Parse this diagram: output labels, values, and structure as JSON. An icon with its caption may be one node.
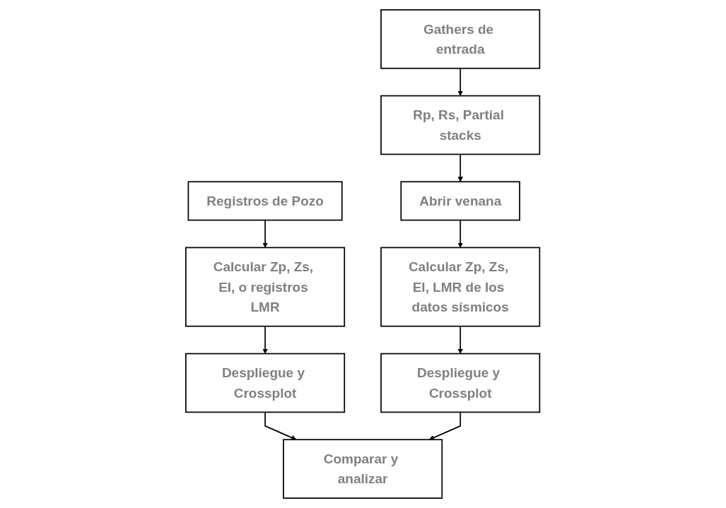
{
  "diagram": {
    "nodes": [
      {
        "text": [
          "Registros de Pozo"
        ]
      },
      {
        "text": [
          "Calcular Zp, Zs, EI, o registros LMR"
        ]
      },
      {
        "text": [
          "Despliegue y Crossplot"
        ]
      },
      {
        "text": [
          "Gathers de entrada"
        ]
      },
      {
        "text": [
          "Rp, Rs, Partial stacks"
        ]
      },
      {
        "text": [
          "Abrir venana"
        ]
      },
      {
        "text": [
          "Calcular Zp, Zs, EI, LMR de los datos sísmicos"
        ]
      },
      {
        "text": [
          "Despliegue y Crossplot"
        ]
      },
      {
        "text": [
          "Comparar y analizar"
        ]
      }
    ],
    "edges": [
      {
        "from": 0,
        "to": 1,
        "arrow": "to"
      },
      {
        "from": 1,
        "to": 2,
        "arrow": "to"
      },
      {
        "from": 3,
        "to": 4,
        "arrow": "to"
      },
      {
        "from": 4,
        "to": 5,
        "arrow": "to"
      },
      {
        "from": 5,
        "to": 6,
        "arrow": "to"
      },
      {
        "from": 6,
        "to": 7,
        "arrow": "to"
      },
      {
        "from": 2,
        "to": 8,
        "arrow": "to"
      },
      {
        "from": 7,
        "to": 8,
        "arrow": "to"
      }
    ]
  }
}
